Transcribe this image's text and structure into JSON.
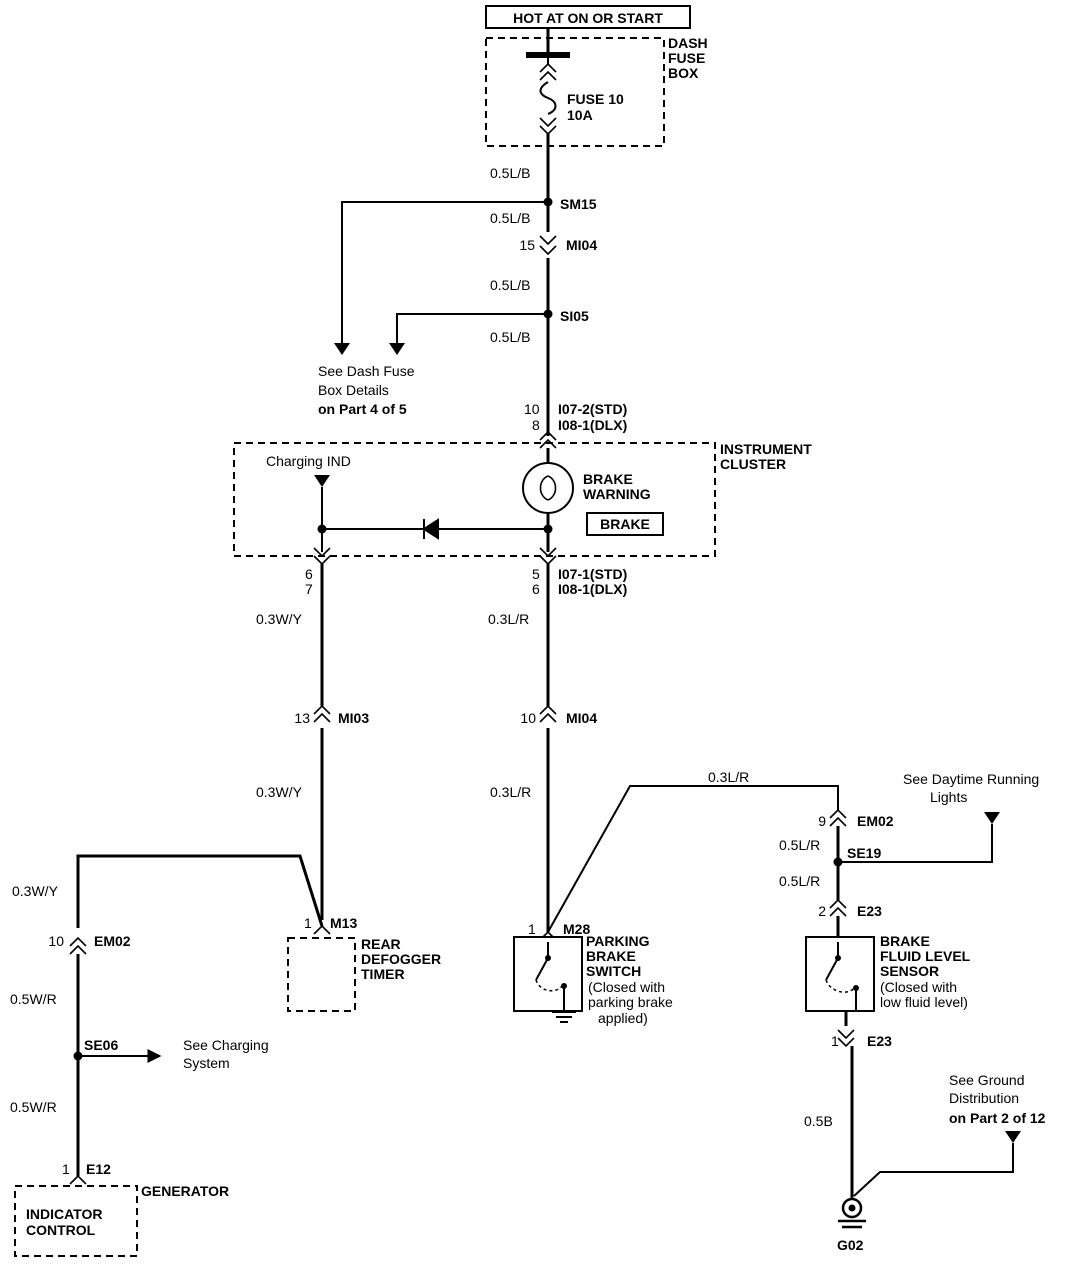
{
  "header": {
    "power_label": "HOT AT ON OR START"
  },
  "fuse_box": {
    "name": [
      "DASH",
      "FUSE",
      "BOX"
    ],
    "fuse": [
      "FUSE 10",
      "10A"
    ]
  },
  "upper_wires": {
    "w1": "0.5L/B",
    "splice_sm15": "SM15",
    "w2": "0.5L/B",
    "mi04_pin": "15",
    "mi04": "MI04",
    "w3": "0.5L/B",
    "splice_si05": "SI05",
    "w4": "0.5L/B",
    "note_fusebox": [
      "See Dash Fuse",
      "Box Details",
      "on Part 4 of 5"
    ]
  },
  "cluster": {
    "pin_top_std": "10",
    "conn_top_std": "I07-2(STD)",
    "pin_top_dlx": "8",
    "conn_top_dlx": "I08-1(DLX)",
    "name": [
      "INSTRUMENT",
      "CLUSTER"
    ],
    "charging_ind": "Charging IND",
    "brake_warning": [
      "BRAKE",
      "WARNING"
    ],
    "brake_badge": "BRAKE",
    "pin_left_std": "6",
    "pin_left_dlx": "7",
    "pin_right_std": "5",
    "conn_bottom_std": "I07-1(STD)",
    "pin_right_dlx": "6",
    "conn_bottom_dlx": "I08-1(DLX)"
  },
  "left_branch": {
    "w1": "0.3W/Y",
    "mi03_pin": "13",
    "mi03": "MI03",
    "w2": "0.3W/Y",
    "m13_pin": "1",
    "m13": "M13",
    "rear_defogger": [
      "REAR",
      "DEFOGGER",
      "TIMER"
    ],
    "w3": "0.3W/Y",
    "em02_pin": "10",
    "em02": "EM02",
    "w4": "0.5W/R",
    "splice_se06": "SE06",
    "note_charging": [
      "See Charging",
      "System"
    ],
    "w5": "0.5W/R",
    "e12_pin": "1",
    "e12": "E12",
    "generator": "GENERATOR",
    "indicator_control": [
      "INDICATOR",
      "CONTROL"
    ]
  },
  "center_branch": {
    "w1": "0.3L/R",
    "mi04_pin": "10",
    "mi04": "MI04",
    "w2": "0.3L/R",
    "w3": "0.3L/R",
    "m28_pin": "1",
    "m28": "M28",
    "parking_brake": [
      "PARKING",
      "BRAKE",
      "SWITCH"
    ],
    "parking_note": [
      "(Closed with",
      "parking brake",
      "applied)"
    ]
  },
  "right_branch": {
    "note_drl": [
      "See Daytime Running",
      "Lights"
    ],
    "em02_pin": "9",
    "em02": "EM02",
    "w1": "0.5L/R",
    "splice_se19": "SE19",
    "w2": "0.5L/R",
    "e23_pin_top": "2",
    "e23_top": "E23",
    "sensor": [
      "BRAKE",
      "FLUID LEVEL",
      "SENSOR"
    ],
    "sensor_note": [
      "(Closed with",
      "low fluid level)"
    ],
    "e23_pin_bottom": "1",
    "e23_bottom": "E23",
    "w3": "0.5B",
    "note_ground": [
      "See Ground",
      "Distribution",
      "on Part 2 of 12"
    ],
    "ground": "G02"
  }
}
